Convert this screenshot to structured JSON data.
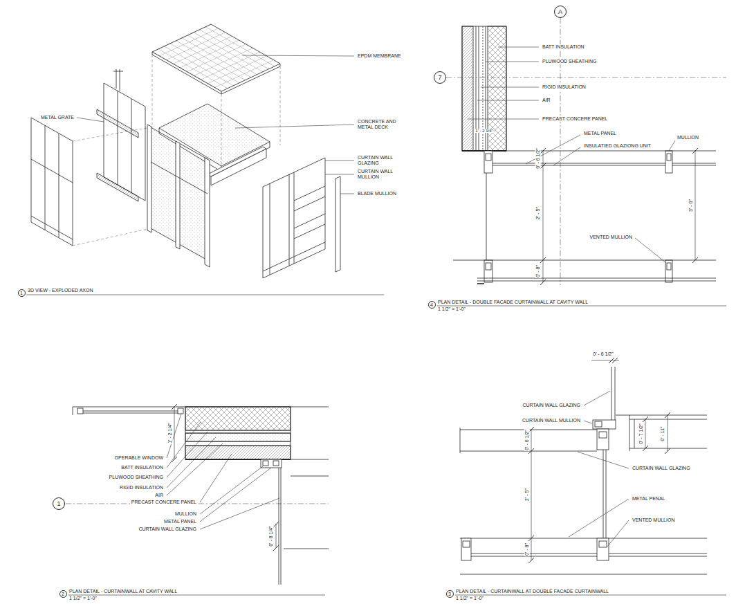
{
  "diagram": {
    "nodes": [
      {
        "text": [
          "1"
        ]
      },
      {
        "text": [
          "A"
        ]
      },
      {
        "text": [
          "7"
        ]
      },
      {
        "text": [
          "4"
        ]
      },
      {
        "text": [
          "1"
        ]
      },
      {
        "text": [
          "2"
        ]
      },
      {
        "text": [
          "3"
        ]
      }
    ],
    "labels": [
      "EPDM MEMBRANE",
      "METAL GRATE",
      "CONCRETE AND METAL DECK",
      "CURTAIN WALL GLAZING",
      "CURTAIN WALL MULLION",
      "BLADE MULLION",
      "3D VIEW - EXPLODED AXON",
      "BATT INSULATION",
      "PLUWOOD SHEATHING",
      "RIGID INSULATION",
      "AIR",
      "PRECAST CONCERE PANEL",
      "1' - 2 1/4\"",
      "METAL PANEL",
      "INSULATIED GLAZIONG UNIT",
      "MULLION",
      "0' - 6 1/2\"",
      "2' - 5\"",
      "3' - 0\"",
      "VENTED MULLION",
      "0' - 8\"",
      "PLAN DETAIL - DOUBLE FACADE CURTAINWALL AT CAVITY WALL",
      "1 1/2\" = 1'-0\"",
      "1' - 2 1/4\"",
      "OPERABLE WINDOW",
      "BATT INSULATION",
      "PLUWOOD SHEATHING",
      "RIGID INSULATION",
      "AIR",
      "PRECAST CONCERE PANEL",
      "MULLION",
      "METAL PANEL",
      "CURTAIN WALL GLAZING",
      "0' - 8 1/4\"",
      "PLAN DETAIL - CURTAINWALL AT CAVITY WALL",
      "1 1/2\" = 1'-0\"",
      "0' - 6 1/2\"",
      "CURTAIN WALL GLAZING",
      "CURTAIN WALL MULLION",
      "0' - 7 1/2\"",
      "0' - 11\"",
      "0' - 6 1/2\"",
      "CURTAIN WALL GLAZING",
      "2' - 5\"",
      "METAL PENAL",
      "VENTED MULLION",
      "0' - 8\"",
      "PLAN DETAIL - CURTAINWALL AT DOUBLE FACADE CURTAINWALL",
      "1 1/2\" = 1'-0\""
    ]
  }
}
